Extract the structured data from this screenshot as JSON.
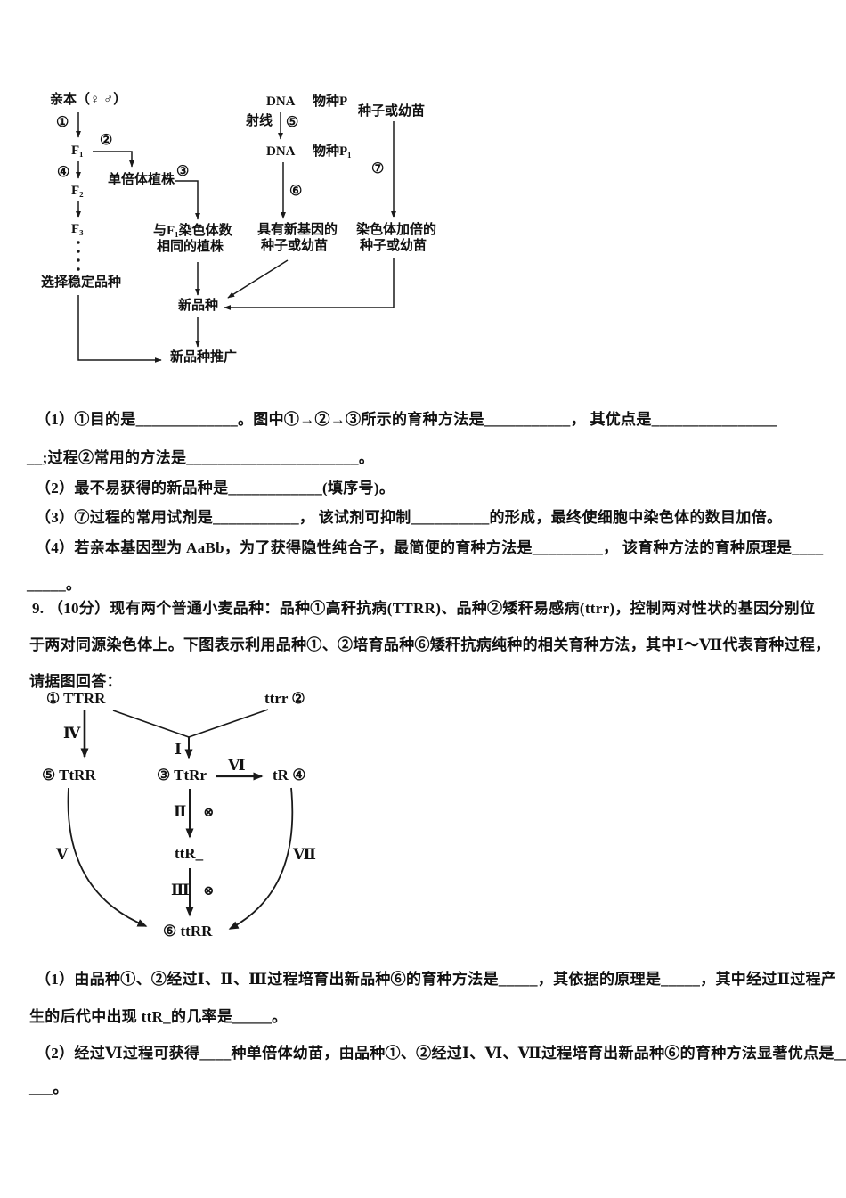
{
  "diagram1": {
    "parents": "亲本（♀ ♂）",
    "step1": "①",
    "step2": "②",
    "step3": "③",
    "step4": "④",
    "step5": "⑤",
    "step6": "⑥",
    "step7": "⑦",
    "f1": "F₁",
    "f2": "F₂",
    "f3": "F₃",
    "select_stable": "选择稳定品种",
    "haploid_plant": "单倍体植株",
    "same_chromosome_line1": "与F₁染色体数",
    "same_chromosome_line2": "相同的植株",
    "dna_top": "DNA",
    "species_p": "物种P",
    "ray": "射线",
    "dna_mid": "DNA",
    "species_p1": "物种P₁",
    "new_gene_line1": "具有新基因的",
    "new_gene_line2": "种子或幼苗",
    "seed_or_seedling": "种子或幼苗",
    "chromosome_doubled_line1": "染色体加倍的",
    "chromosome_doubled_line2": "种子或幼苗",
    "new_variety": "新品种",
    "promotion": "新品种推广"
  },
  "q8": {
    "lines": [
      "（1）①目的是_____________。图中①→②→③所示的育种方法是___________，  其优点是________________",
      "__;过程②常用的方法是______________________。",
      "（2）最不易获得的新品种是____________(填序号)。",
      "（3）⑦过程的常用试剂是___________，  该试剂可抑制__________的形成，最终使细胞中染色体的数目加倍。",
      "（4）若亲本基因型为 AaBb，为了获得隐性纯合子，最简便的育种方法是_________，  该育种方法的育种原理是____",
      "_____。"
    ]
  },
  "q9": {
    "intro_lines": [
      "9. （10分）现有两个普通小麦品种：品种①高秆抗病(TTRR)、品种②矮秆易感病(ttrr)，控制两对性状的基因分别位",
      "于两对同源染色体上。下图表示利用品种①、②培育品种⑥矮秆抗病纯种的相关育种方法，其中Ⅰ～Ⅶ代表育种过程，",
      "请据图回答："
    ],
    "question_lines": [
      "（1）由品种①、②经过Ⅰ、Ⅱ、Ⅲ过程培育出新品种⑥的育种方法是_____，其依据的原理是_____，其中经过Ⅱ过程产",
      "生的后代中出现 ttR_的几率是_____。",
      "（2）经过Ⅵ过程可获得____种单倍体幼苗，由品种①、②经过Ⅰ、Ⅵ、Ⅶ过程培育出新品种⑥的育种方法显著优点是__",
      "___。"
    ]
  },
  "diagram2": {
    "variety1": "① TTRR",
    "variety2": "ttrr ②",
    "variety3": "③ TtRr",
    "variety4": "tR ④",
    "variety5": "⑤ TtRR",
    "variety6": "⑥ ttRR",
    "ttR_blank": "ttR_",
    "proc1": "Ⅰ",
    "proc2": "Ⅱ",
    "proc3": "Ⅲ",
    "proc4": "Ⅳ",
    "proc5": "Ⅴ",
    "proc6": "Ⅵ",
    "proc7": "Ⅶ",
    "selfing1": "⊗",
    "selfing2": "⊗"
  },
  "colors": {
    "ink": "#1a1a1a",
    "paper": "#ffffff"
  }
}
